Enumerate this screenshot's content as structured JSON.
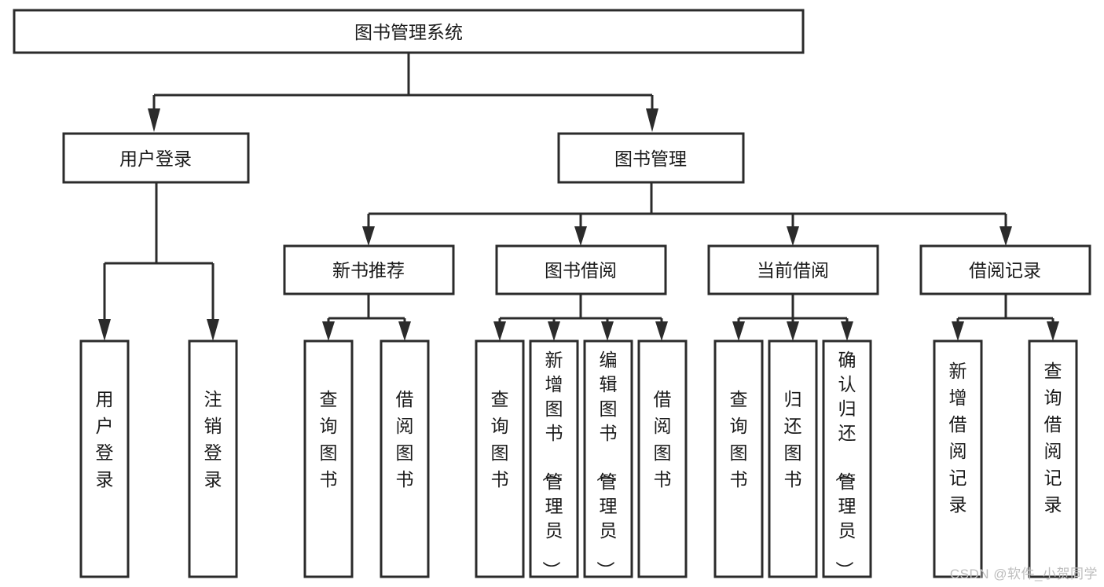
{
  "diagram": {
    "type": "tree-hierarchy",
    "title": "图书管理系统",
    "watermark": "CSDN @软件_小贺同学",
    "colors": {
      "stroke": "#2b2b2b",
      "fill": "#ffffff",
      "text": "#1a1a1a",
      "watermark": "#bdbdbd",
      "background": "#ffffff"
    },
    "root": {
      "label": "图书管理系统",
      "orientation": "horizontal"
    },
    "level2": [
      {
        "label": "用户登录",
        "orientation": "horizontal"
      },
      {
        "label": "图书管理",
        "orientation": "horizontal"
      }
    ],
    "level3": [
      {
        "label": "新书推荐",
        "orientation": "horizontal",
        "parent": "图书管理"
      },
      {
        "label": "图书借阅",
        "orientation": "horizontal",
        "parent": "图书管理"
      },
      {
        "label": "当前借阅",
        "orientation": "horizontal",
        "parent": "图书管理"
      },
      {
        "label": "借阅记录",
        "orientation": "horizontal",
        "parent": "图书管理"
      }
    ],
    "leaves": {
      "用户登录": [
        {
          "label": "用户登录",
          "orientation": "vertical"
        },
        {
          "label": "注销登录",
          "orientation": "vertical"
        }
      ],
      "新书推荐": [
        {
          "label": "查询图书",
          "orientation": "vertical"
        },
        {
          "label": "借阅图书",
          "orientation": "vertical"
        }
      ],
      "图书借阅": [
        {
          "label": "查询图书",
          "orientation": "vertical"
        },
        {
          "label": "新增图书（管理员）",
          "orientation": "vertical"
        },
        {
          "label": "编辑图书（管理员）",
          "orientation": "vertical"
        },
        {
          "label": "借阅图书",
          "orientation": "vertical"
        }
      ],
      "当前借阅": [
        {
          "label": "查询图书",
          "orientation": "vertical"
        },
        {
          "label": "归还图书",
          "orientation": "vertical"
        },
        {
          "label": "确认归还（管理员）",
          "orientation": "vertical"
        }
      ],
      "借阅记录": [
        {
          "label": "新增借阅记录",
          "orientation": "vertical"
        },
        {
          "label": "查询借阅记录",
          "orientation": "vertical"
        }
      ]
    },
    "nodes_flat": [
      "图书管理系统",
      "用户登录",
      "图书管理",
      "新书推荐",
      "图书借阅",
      "当前借阅",
      "借阅记录",
      "用户登录",
      "注销登录",
      "查询图书",
      "借阅图书",
      "查询图书",
      "新增图书（管理员）",
      "编辑图书（管理员）",
      "借阅图书",
      "查询图书",
      "归还图书",
      "确认归还（管理员）",
      "新增借阅记录",
      "查询借阅记录"
    ]
  }
}
